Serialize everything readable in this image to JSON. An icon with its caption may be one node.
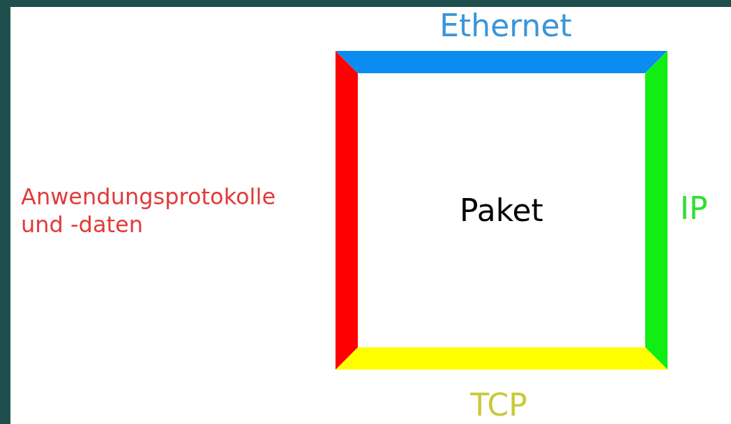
{
  "diagram": {
    "nodes": [
      {
        "text": [
          "Paket"
        ],
        "beside": [
          "Ethernet",
          "IP",
          "TCP",
          "Anwendungsprotokolle und -daten"
        ]
      }
    ]
  }
}
